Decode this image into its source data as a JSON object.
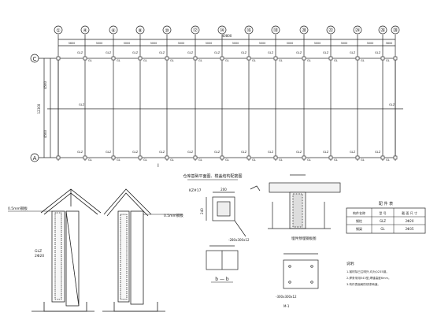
{
  "plan": {
    "axis_labels": [
      "①",
      "④",
      "⑥",
      "⑧",
      "⑩",
      "⑫",
      "⑭",
      "⑯",
      "⑱",
      "⑳",
      "㉒",
      "㉔",
      "㉖",
      "㉘"
    ],
    "row_labels": [
      "C",
      "A"
    ],
    "overall_dim": "40800",
    "bay_dims": [
      "3600",
      "3000",
      "3000",
      "3000",
      "3000",
      "3000",
      "3000",
      "3000",
      "3000",
      "3000",
      "3000",
      "3000",
      "3600"
    ],
    "side_dims": [
      "4500",
      "12300",
      "4500"
    ],
    "col_tag": "GLZ",
    "beam_tag": "GL",
    "title": "仓库基础平面图、楼盖结构配筋图"
  },
  "sections": {
    "left_dim": "0.5mm钢板",
    "left_tag1": "GLZ",
    "left_tag2": "2Φ20",
    "right_dim": "0.5mm钢板"
  },
  "details": {
    "col_tag": "KZ#17",
    "col_dim_w": "200",
    "col_dim_h": "240",
    "col_note": "-280x300x12",
    "section_bb": "b — b",
    "section_note": "-300x300x12",
    "plate_label": "埋件预埋钢板图"
  },
  "table": {
    "title": "配 件 表",
    "headers": [
      "构件名称",
      "型 号",
      "截 面 尺 寸"
    ],
    "rows": [
      [
        "钢柱",
        "GLZ",
        "2Φ20"
      ],
      [
        "钢梁",
        "GL",
        "2Φ35"
      ]
    ]
  },
  "notes": {
    "title": "说明:",
    "lines": [
      "1.钢材除已注明外,均为Q235钢。",
      "2.焊条采用E43型,焊缝高度6mm。",
      "3.构件表面刷防锈漆两道。"
    ]
  }
}
